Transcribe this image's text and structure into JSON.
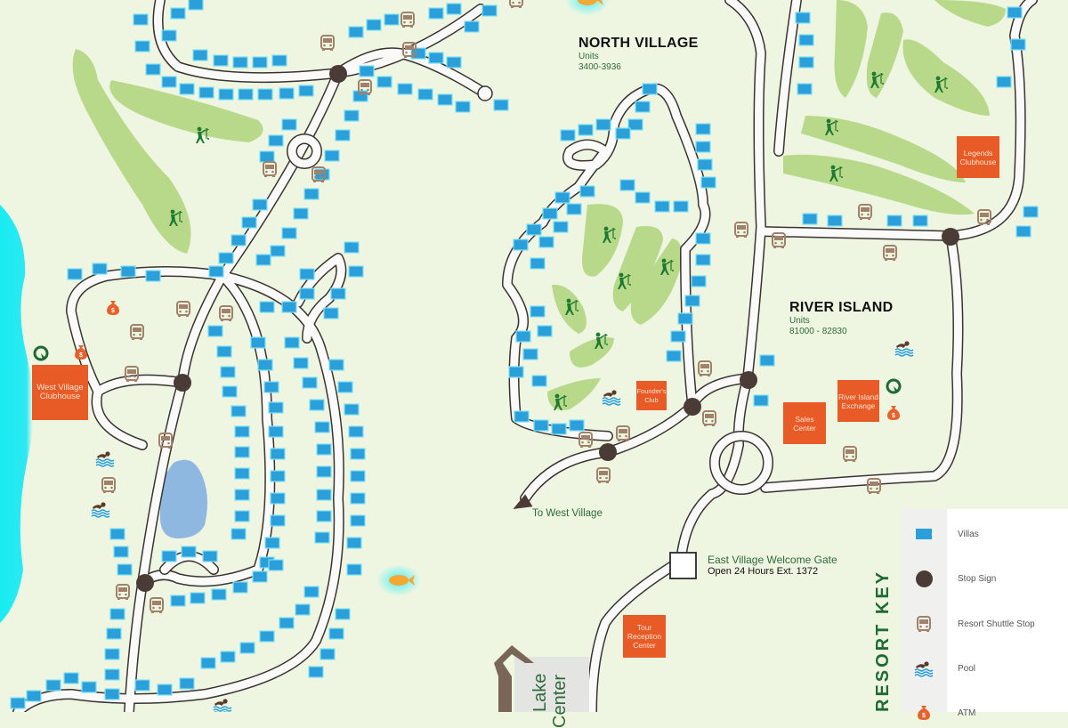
{
  "map": {
    "areas": [
      {
        "name": "NORTH VILLAGE",
        "units_label": "Units",
        "units_range": "3400-3936"
      },
      {
        "name": "RIVER ISLAND",
        "units_label": "Units",
        "units_range": "81000 - 82830"
      }
    ],
    "buildings": {
      "west_village_clubhouse": "West Village Clubhouse",
      "legends_clubhouse": "Legends Clubhouse",
      "founders_club": "Founder's Club",
      "sales_center": "Sales Center",
      "river_island_exchange": "River Island Exchange",
      "tour_reception_center": "Tour Reception Center"
    },
    "gate": {
      "title": "East Village Welcome Gate",
      "hours": "Open 24 Hours Ext. 1372"
    },
    "direction": "To West Village",
    "lake_center": {
      "line1": "Lake",
      "line2": "Center"
    }
  },
  "key": {
    "title": "RESORT KEY",
    "items": [
      {
        "icon": "villa-icon",
        "label": "Villas"
      },
      {
        "icon": "stop-sign-icon",
        "label": "Stop Sign"
      },
      {
        "icon": "shuttle-icon",
        "label": "Resort Shuttle Stop"
      },
      {
        "icon": "pool-icon",
        "label": "Pool"
      },
      {
        "icon": "atm-icon",
        "label": "ATM"
      }
    ]
  },
  "colors": {
    "background": "#eef6e2",
    "villa": "#2a9fd9",
    "fairway": "#b8d98a",
    "building": "#e85a26",
    "stop": "#4a3b36",
    "shuttle": "#a0826a",
    "water": "#2ee8f2",
    "lake": "#8fb8e0",
    "label_green": "#2e6a3a"
  }
}
